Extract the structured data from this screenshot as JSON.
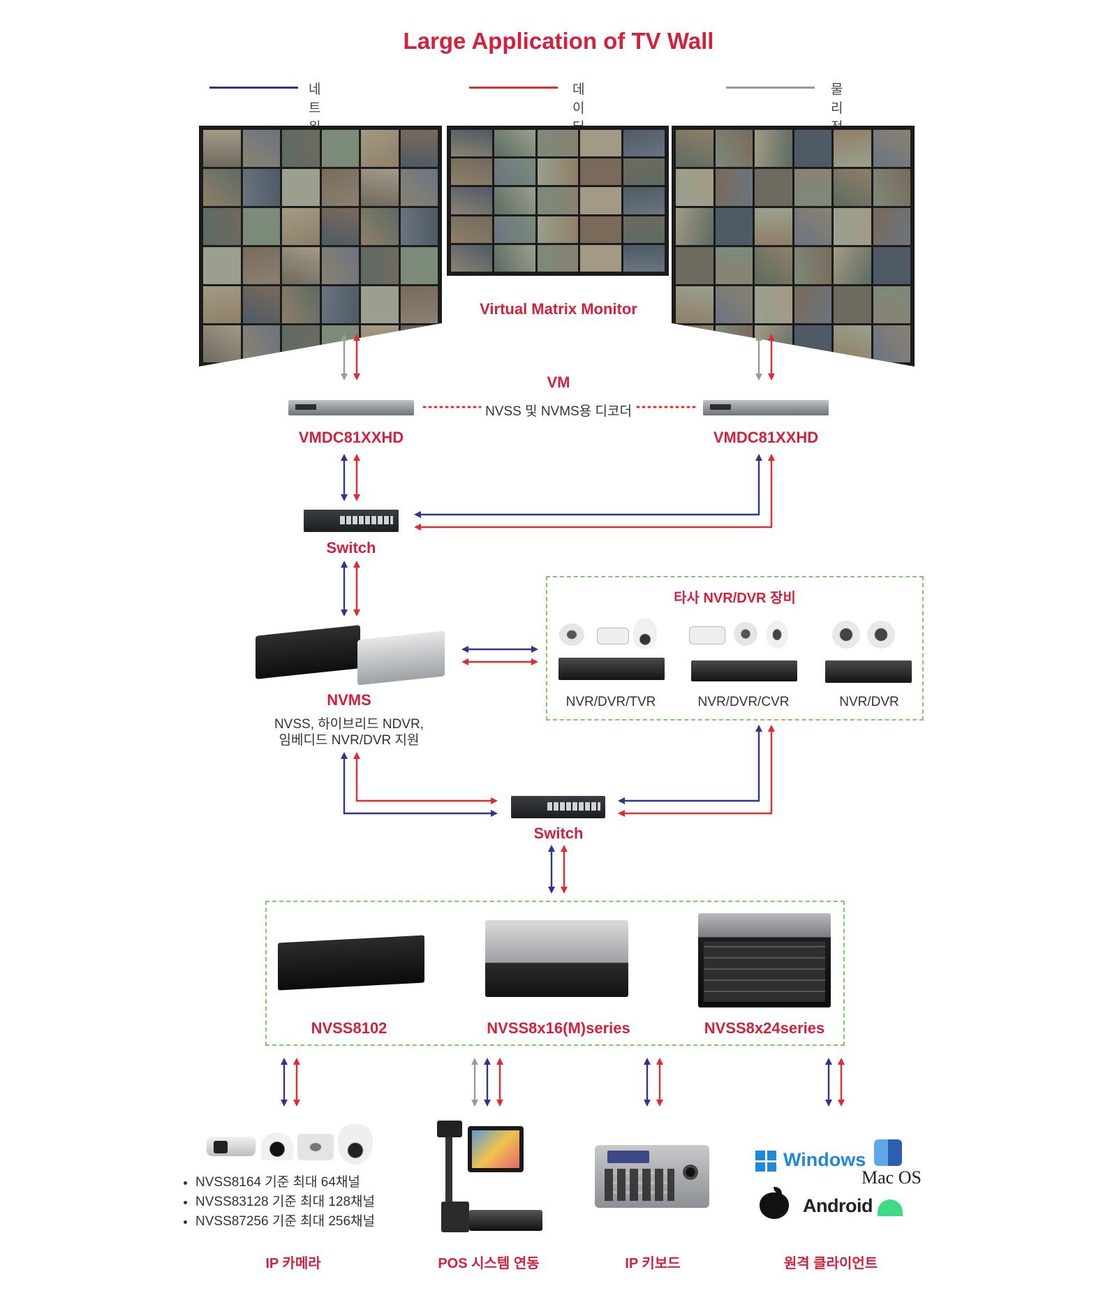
{
  "title": "Large Application of TV Wall",
  "legend": [
    {
      "label": "네트워크 연결",
      "color": "#2c3590"
    },
    {
      "label": "데이터 전송",
      "color": "#e42a2f"
    },
    {
      "label": "물리적 연결",
      "color": "#9a9a9a"
    }
  ],
  "colors": {
    "accent": "#d3203b",
    "network": "#2c3590",
    "data": "#e42a2f",
    "physical": "#9a9a9a",
    "group_border": "#7ec96a"
  },
  "monitor_label": "Virtual Matrix Monitor",
  "vm": {
    "label": "VM",
    "desc": "NVSS 및 NVMS용 디코더",
    "left_device": "VMDC81XXHD",
    "right_device": "VMDC81XXHD"
  },
  "switch_top": "Switch",
  "switch_bottom": "Switch",
  "nvms": {
    "label": "NVMS",
    "desc_line1": "NVSS, 하이브리드 NDVR,",
    "desc_line2": "임베디드 NVR/DVR 지원"
  },
  "third_party": {
    "title": "타사 NVR/DVR 장비",
    "items": [
      "NVR/DVR/TVR",
      "NVR/DVR/CVR",
      "NVR/DVR"
    ]
  },
  "nvss": [
    "NVSS8102",
    "NVSS8x16(M)series",
    "NVSS8x24series"
  ],
  "ip_camera": {
    "label": "IP 카메라",
    "bullets": [
      "NVSS8164 기준 최대 64채널",
      "NVSS83128 기준 최대 128채널",
      "NVSS87256 기준 최대 256채널"
    ]
  },
  "pos": {
    "label": "POS 시스템 연동"
  },
  "keyboard": {
    "label": "IP 키보드"
  },
  "remote": {
    "label": "원격 클라이언트",
    "os": [
      "Windows",
      "Mac OS",
      "Android"
    ]
  }
}
